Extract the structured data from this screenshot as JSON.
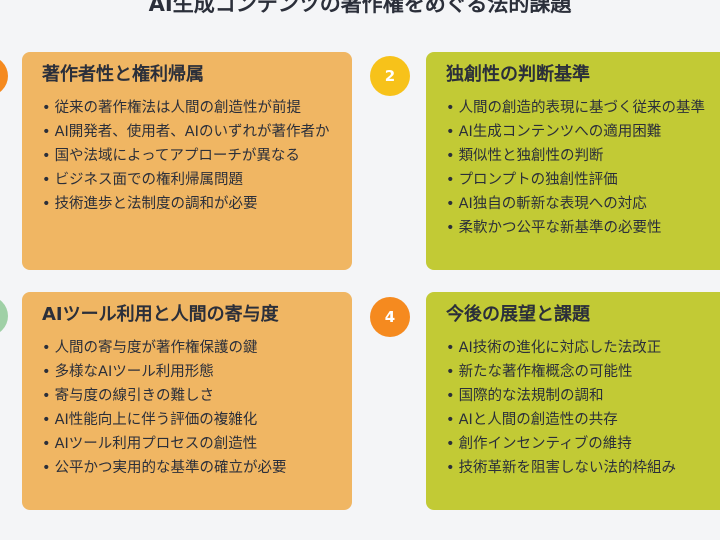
{
  "title": "AI生成コンテンツの著作権をめぐる法的課題",
  "colors": {
    "orange_card": "#f0b663",
    "green_card": "#c2ca35",
    "badge_yellow": "#f7c21a",
    "badge_orange": "#f58a1f",
    "edge_orange": "#f58a1f",
    "edge_green": "#9fd0a6"
  },
  "cards": [
    {
      "badge": "",
      "title": "著作者性と権利帰属",
      "items": [
        "従来の著作権法は人間の創造性が前提",
        "AI開発者、使用者、AIのいずれが著作者か",
        "国や法域によってアプローチが異なる",
        "ビジネス面での権利帰属問題",
        "技術進歩と法制度の調和が必要"
      ]
    },
    {
      "badge": "2",
      "title": "独創性の判断基準",
      "items": [
        "人間の創造的表現に基づく従来の基準",
        "AI生成コンテンツへの適用困難",
        "類似性と独創性の判断",
        "プロンプトの独創性評価",
        "AI独自の斬新な表現への対応",
        "柔軟かつ公平な新基準の必要性"
      ]
    },
    {
      "badge": "",
      "title": "AIツール利用と人間の寄与度",
      "items": [
        "人間の寄与度が著作権保護の鍵",
        "多様なAIツール利用形態",
        "寄与度の線引きの難しさ",
        "AI性能向上に伴う評価の複雑化",
        "AIツール利用プロセスの創造性",
        "公平かつ実用的な基準の確立が必要"
      ]
    },
    {
      "badge": "4",
      "title": "今後の展望と課題",
      "items": [
        "AI技術の進化に対応した法改正",
        "新たな著作権概念の可能性",
        "国際的な法規制の調和",
        "AIと人間の創造性の共存",
        "創作インセンティブの維持",
        "技術革新を阻害しない法的枠組み"
      ]
    }
  ]
}
